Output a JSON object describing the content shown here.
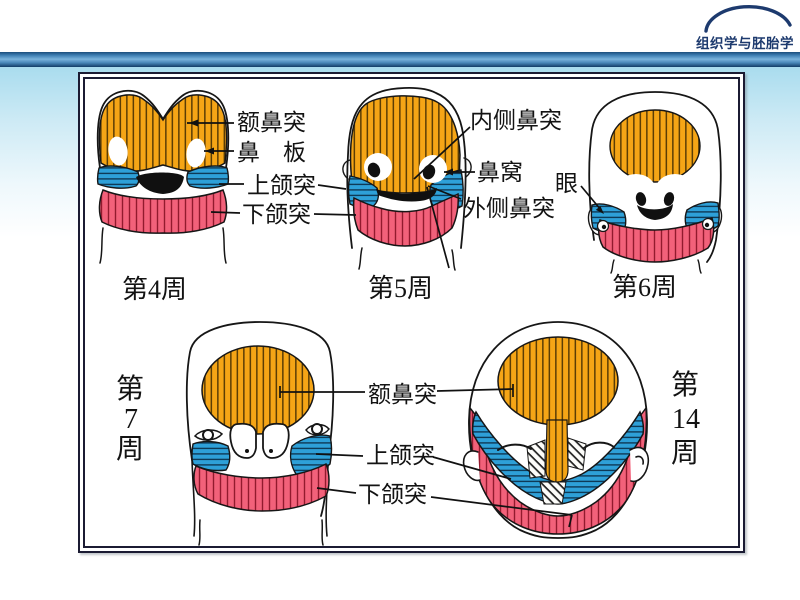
{
  "slide": {
    "logo": {
      "text": "组织学与胚胎学"
    },
    "diagram": {
      "week4": {
        "caption": "第4周",
        "labels": {
          "frontonasal": "额鼻突",
          "nasal_placode": "鼻　板",
          "maxillary": "上颌突",
          "mandibular": "下颌突"
        }
      },
      "week5": {
        "caption": "第5周",
        "labels": {
          "medial_nasal": "内侧鼻突",
          "nasal_pit": "鼻窝",
          "lateral_nasal": "外侧鼻突"
        }
      },
      "week6": {
        "caption": "第6周",
        "labels": {
          "eye": "眼"
        }
      },
      "week7": {
        "caption": {
          "char1": "第",
          "char2": "7",
          "char3": "周"
        }
      },
      "week14": {
        "caption": {
          "char1": "第",
          "char2": "14",
          "char3": "周"
        }
      },
      "shared_labels": {
        "frontonasal": "额鼻突",
        "maxillary": "上颌突",
        "mandibular": "下颌突"
      }
    },
    "colors": {
      "frontonasal_orange": "#F5A516",
      "maxillary_blue": "#2EA0D8",
      "mandibular_pink": "#F2617A",
      "banner_blue_dark": "#123C66",
      "banner_blue_light": "#7AB3DC",
      "background_blue": "#A9DCEE",
      "logo_navy": "#1D3A6E"
    }
  }
}
